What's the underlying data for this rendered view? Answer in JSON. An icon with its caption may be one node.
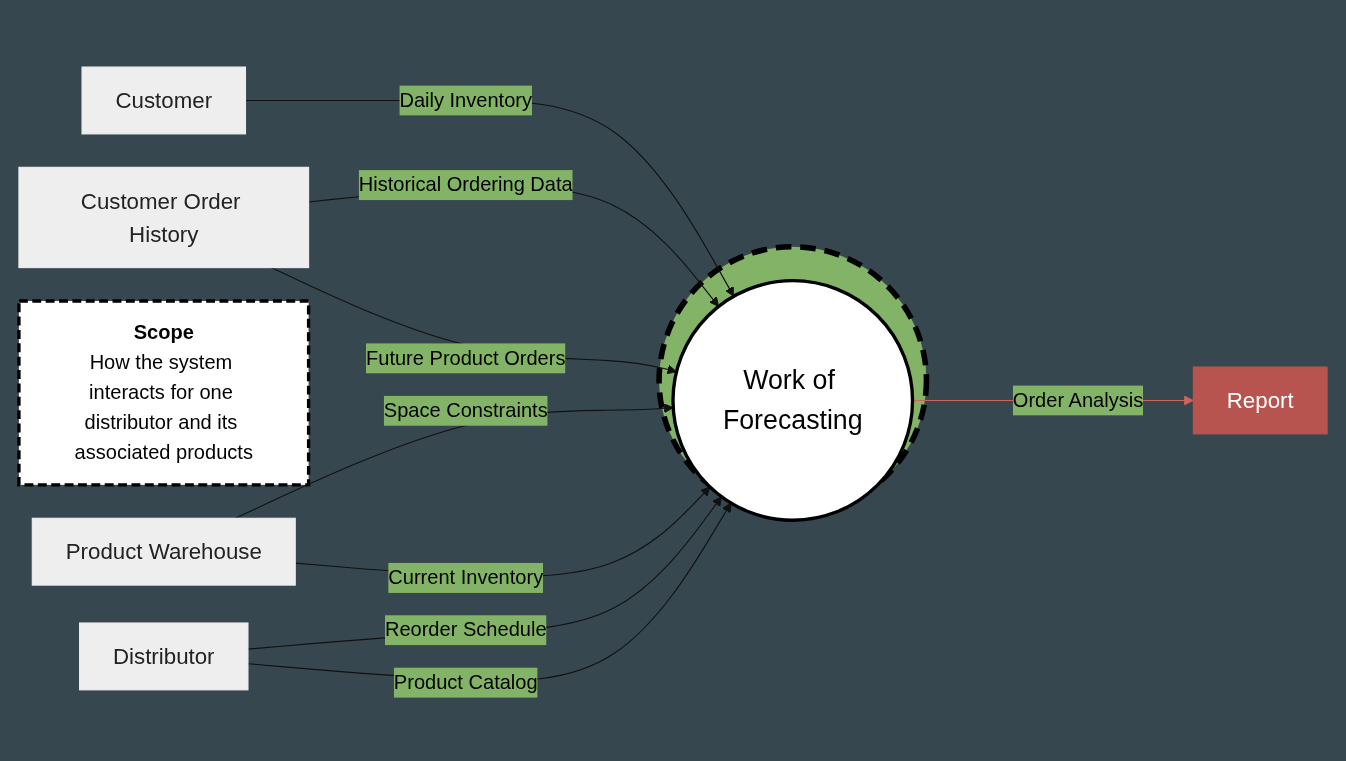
{
  "diagram": {
    "nodes": [
      {
        "text": [
          "Customer"
        ]
      },
      {
        "text": [
          "Customer Order History"
        ]
      },
      {
        "text": [
          "Scope",
          "How the system interacts for one distributor and its associated products"
        ]
      },
      {
        "text": [],
        "shape": "ellipse"
      },
      {
        "text": [
          "Product Warehouse"
        ]
      },
      {
        "text": [
          "Work of Forecasting"
        ],
        "in": 3
      },
      {
        "text": [
          "Report"
        ]
      },
      {
        "text": [
          "Distributor"
        ]
      }
    ],
    "edges": [
      {
        "from": 0,
        "to": 5,
        "arrow": "to",
        "label": "Daily Inventory"
      },
      {
        "from": 1,
        "to": 5,
        "arrow": "to",
        "label": "Historical Ordering Data"
      },
      {
        "from": 1,
        "to": 5,
        "arrow": "to",
        "label": "Future Product Orders"
      },
      {
        "from": 4,
        "to": 5,
        "arrow": "to",
        "label": "Space Constraints"
      },
      {
        "from": 4,
        "to": 5,
        "arrow": "to",
        "label": "Current Inventory"
      },
      {
        "from": 7,
        "to": 5,
        "arrow": "to",
        "label": "Reorder Schedule"
      },
      {
        "from": 7,
        "to": 5,
        "arrow": "to",
        "label": "Product Catalog"
      },
      {
        "from": 5,
        "to": 6,
        "arrow": "to",
        "label": "Order Analysis",
        "color": "#d0645c"
      }
    ]
  }
}
